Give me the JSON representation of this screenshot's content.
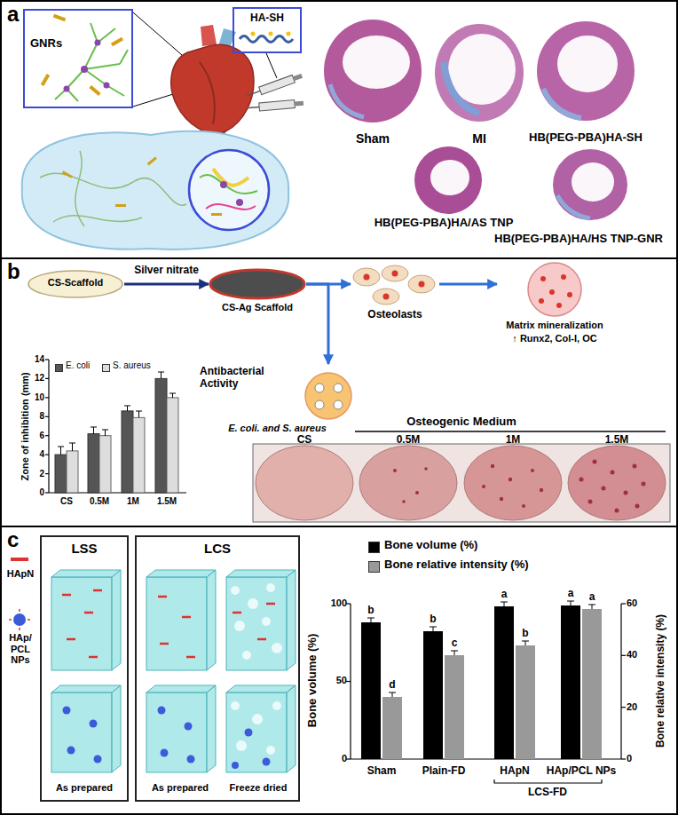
{
  "diagram": {
    "nodes": [
      {
        "text": [
          "a"
        ]
      },
      {
        "text": [
          "GNRs"
        ],
        "in": 0
      },
      {
        "text": [
          "HA-SH"
        ],
        "in": 0
      },
      {
        "text": [
          "b"
        ]
      },
      {
        "text": [
          "CS-Scaffold"
        ],
        "in": 3
      },
      {
        "text": [
          "CS-Ag Scaffold"
        ],
        "in": 3
      },
      {
        "text": [
          "Osteolasts"
        ],
        "in": 3
      },
      {
        "text": [
          "Matrix mineralization",
          "↑ Runx2, Col-I, OC"
        ],
        "in": 3
      },
      {
        "text": [
          "Antibacterial Activity",
          "E. coli. and S. aureus"
        ],
        "in": 3
      },
      {
        "text": [
          "c"
        ]
      },
      {
        "text": [
          "LSS",
          "As prepared"
        ],
        "in": 9
      },
      {
        "text": [
          "LCS",
          "As prepared",
          "Freeze dried"
        ],
        "in": 9
      }
    ],
    "edges": [
      {
        "from": 4,
        "to": 5,
        "label": "Silver nitrate",
        "arrow": "to"
      },
      {
        "from": 5,
        "to": 6,
        "arrow": "to"
      },
      {
        "from": 5,
        "to": 8,
        "arrow": "to"
      },
      {
        "from": 6,
        "to": 7,
        "arrow": "to"
      }
    ],
    "labels": [
      "Sham",
      "MI",
      "HB(PEG-PBA)HA-SH",
      "HB(PEG-PBA)HA/AS TNP",
      "HB(PEG-PBA)HA/HS TNP-GNR",
      "Zone of inhibition (mm)",
      "0",
      "2",
      "4",
      "6",
      "8",
      "10",
      "12",
      "14",
      "CS",
      "0.5M",
      "1M",
      "1.5M",
      "Osteogenic Medium",
      "CS",
      "0.5M",
      "1M",
      "1.5M",
      "Bone volume (%)",
      "Bone relative intensity (%)",
      "0",
      "50",
      "100",
      "0",
      "20",
      "40",
      "60",
      "b",
      "d",
      "b",
      "c",
      "a",
      "b",
      "a",
      "a",
      "Sham",
      "Plain-FD",
      "HApN",
      "HAp/PCL NPs",
      "LCS-FD"
    ],
    "legend": [
      {
        "text": "E. coli",
        "color": "#555555"
      },
      {
        "text": "S. aureus",
        "color": "#dddddd"
      },
      {
        "text": "HApN"
      },
      {
        "text": "HAp/ PCL NPs"
      },
      {
        "text": "Bone volume (%)",
        "color": "#000000"
      },
      {
        "text": "Bone relative intensity (%)",
        "color": "#999999"
      }
    ]
  }
}
